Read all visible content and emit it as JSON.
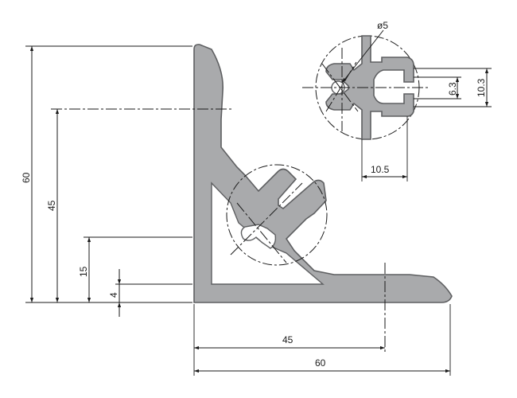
{
  "dimensions": {
    "height_total": "60",
    "height_45": "45",
    "height_15": "15",
    "height_4": "4",
    "width_45": "45",
    "width_60": "60",
    "detail_diameter": "ø5",
    "detail_6_3": "6.3",
    "detail_10_3": "10.3",
    "detail_10_5": "10.5"
  }
}
